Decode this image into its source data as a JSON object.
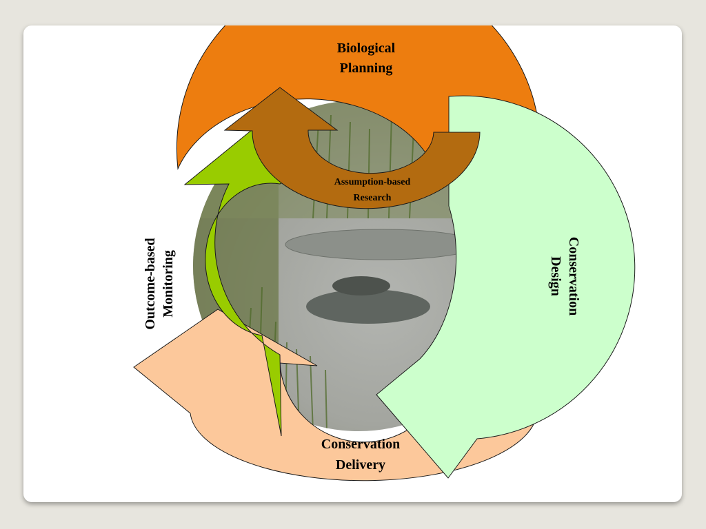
{
  "diagram": {
    "labels": {
      "biological_planning": [
        "Biological",
        "Planning"
      ],
      "conservation_design": [
        "Conservation",
        "Design"
      ],
      "conservation_delivery": [
        "Conservation",
        "Delivery"
      ],
      "outcome_monitoring": [
        "Outcome-based",
        "Monitoring"
      ],
      "assumption_research": [
        "Assumption-based",
        "Research"
      ]
    },
    "colors": {
      "slide_background": "#e7e5de",
      "planning_orange": "#ed7d0f",
      "design_green": "#ccffcc",
      "delivery_peach": "#fcc89b",
      "monitoring_green": "#99cc00",
      "research_brown": "#b36b10",
      "outline": "#1a1a1a"
    },
    "center_image": "wetland-photo-with-animals"
  }
}
